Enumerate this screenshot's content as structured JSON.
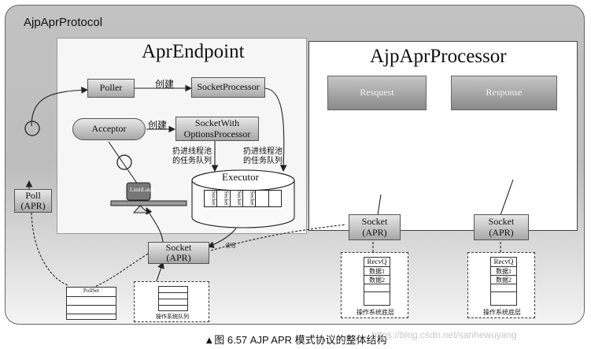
{
  "protocol": {
    "title": "AjpAprProtocol"
  },
  "endpoint": {
    "title": "AprEndpoint",
    "poller": "Poller",
    "socket_processor": "SocketProcessor",
    "create_label_1": "创建",
    "acceptor": "Acceptor",
    "create_label_2": "创建",
    "socket_with_options_line1": "SocketWith",
    "socket_with_options_line2": "OptionsProcessor",
    "note_left_line1": "扔进线程池",
    "note_left_line2": "的任务队列",
    "note_right_line1": "扔进线程池",
    "note_right_line2": "的任务队列",
    "executor": "Executor",
    "limit_latch": "LimitLatch",
    "executor_cells": [
      "Socket",
      "Socket",
      "Socket",
      "Socket"
    ]
  },
  "left": {
    "poll_line1": "Poll",
    "poll_line2": "(APR)",
    "pollset": "PollSet",
    "accept_queue_label": "操作系统队列",
    "socket_line1": "Socket",
    "socket_line2": "(APR)",
    "rw_label": "读写"
  },
  "processor": {
    "title": "AjpAprProcessor",
    "request": "Resquest",
    "response": "Response",
    "socket1_line1": "Socket",
    "socket1_line2": "(APR)",
    "socket2_line1": "Socket",
    "socket2_line2": "(APR)",
    "recvq1": {
      "title": "RecvQ",
      "rows": [
        "数据1",
        "数据2"
      ],
      "footer": "操作系统底层"
    },
    "recvq2": {
      "title": "RecvQ",
      "rows": [
        "数据1",
        "数据2"
      ],
      "footer": "操作系统底层"
    }
  },
  "caption": "▲图 6.57   AJP APR 模式协议的整体结构",
  "watermark": "https://blog.csdn.net/sanhewuyang"
}
